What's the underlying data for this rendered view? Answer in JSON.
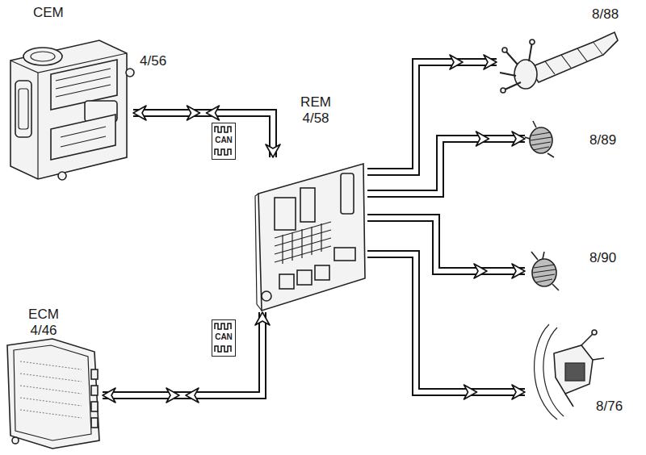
{
  "diagram": {
    "nodes": [
      {
        "text": [
          "CEM",
          "4/56"
        ]
      },
      {
        "text": [
          "REM 4/58"
        ]
      },
      {
        "text": [
          "ECM 4/46"
        ]
      },
      {
        "text": [
          "8/88"
        ]
      },
      {
        "text": [
          "8/89"
        ]
      },
      {
        "text": [
          "8/90"
        ]
      },
      {
        "text": [
          "8/76"
        ]
      }
    ],
    "edges": [
      {
        "from": 0,
        "to": 1,
        "arrow": "both",
        "label": "CAN"
      },
      {
        "from": 2,
        "to": 1,
        "arrow": "both",
        "label": "CAN"
      },
      {
        "from": 1,
        "to": 3,
        "arrow": "to"
      },
      {
        "from": 1,
        "to": 4,
        "arrow": "to"
      },
      {
        "from": 1,
        "to": 5,
        "arrow": "to"
      },
      {
        "from": 1,
        "to": 6,
        "arrow": "to"
      }
    ]
  }
}
